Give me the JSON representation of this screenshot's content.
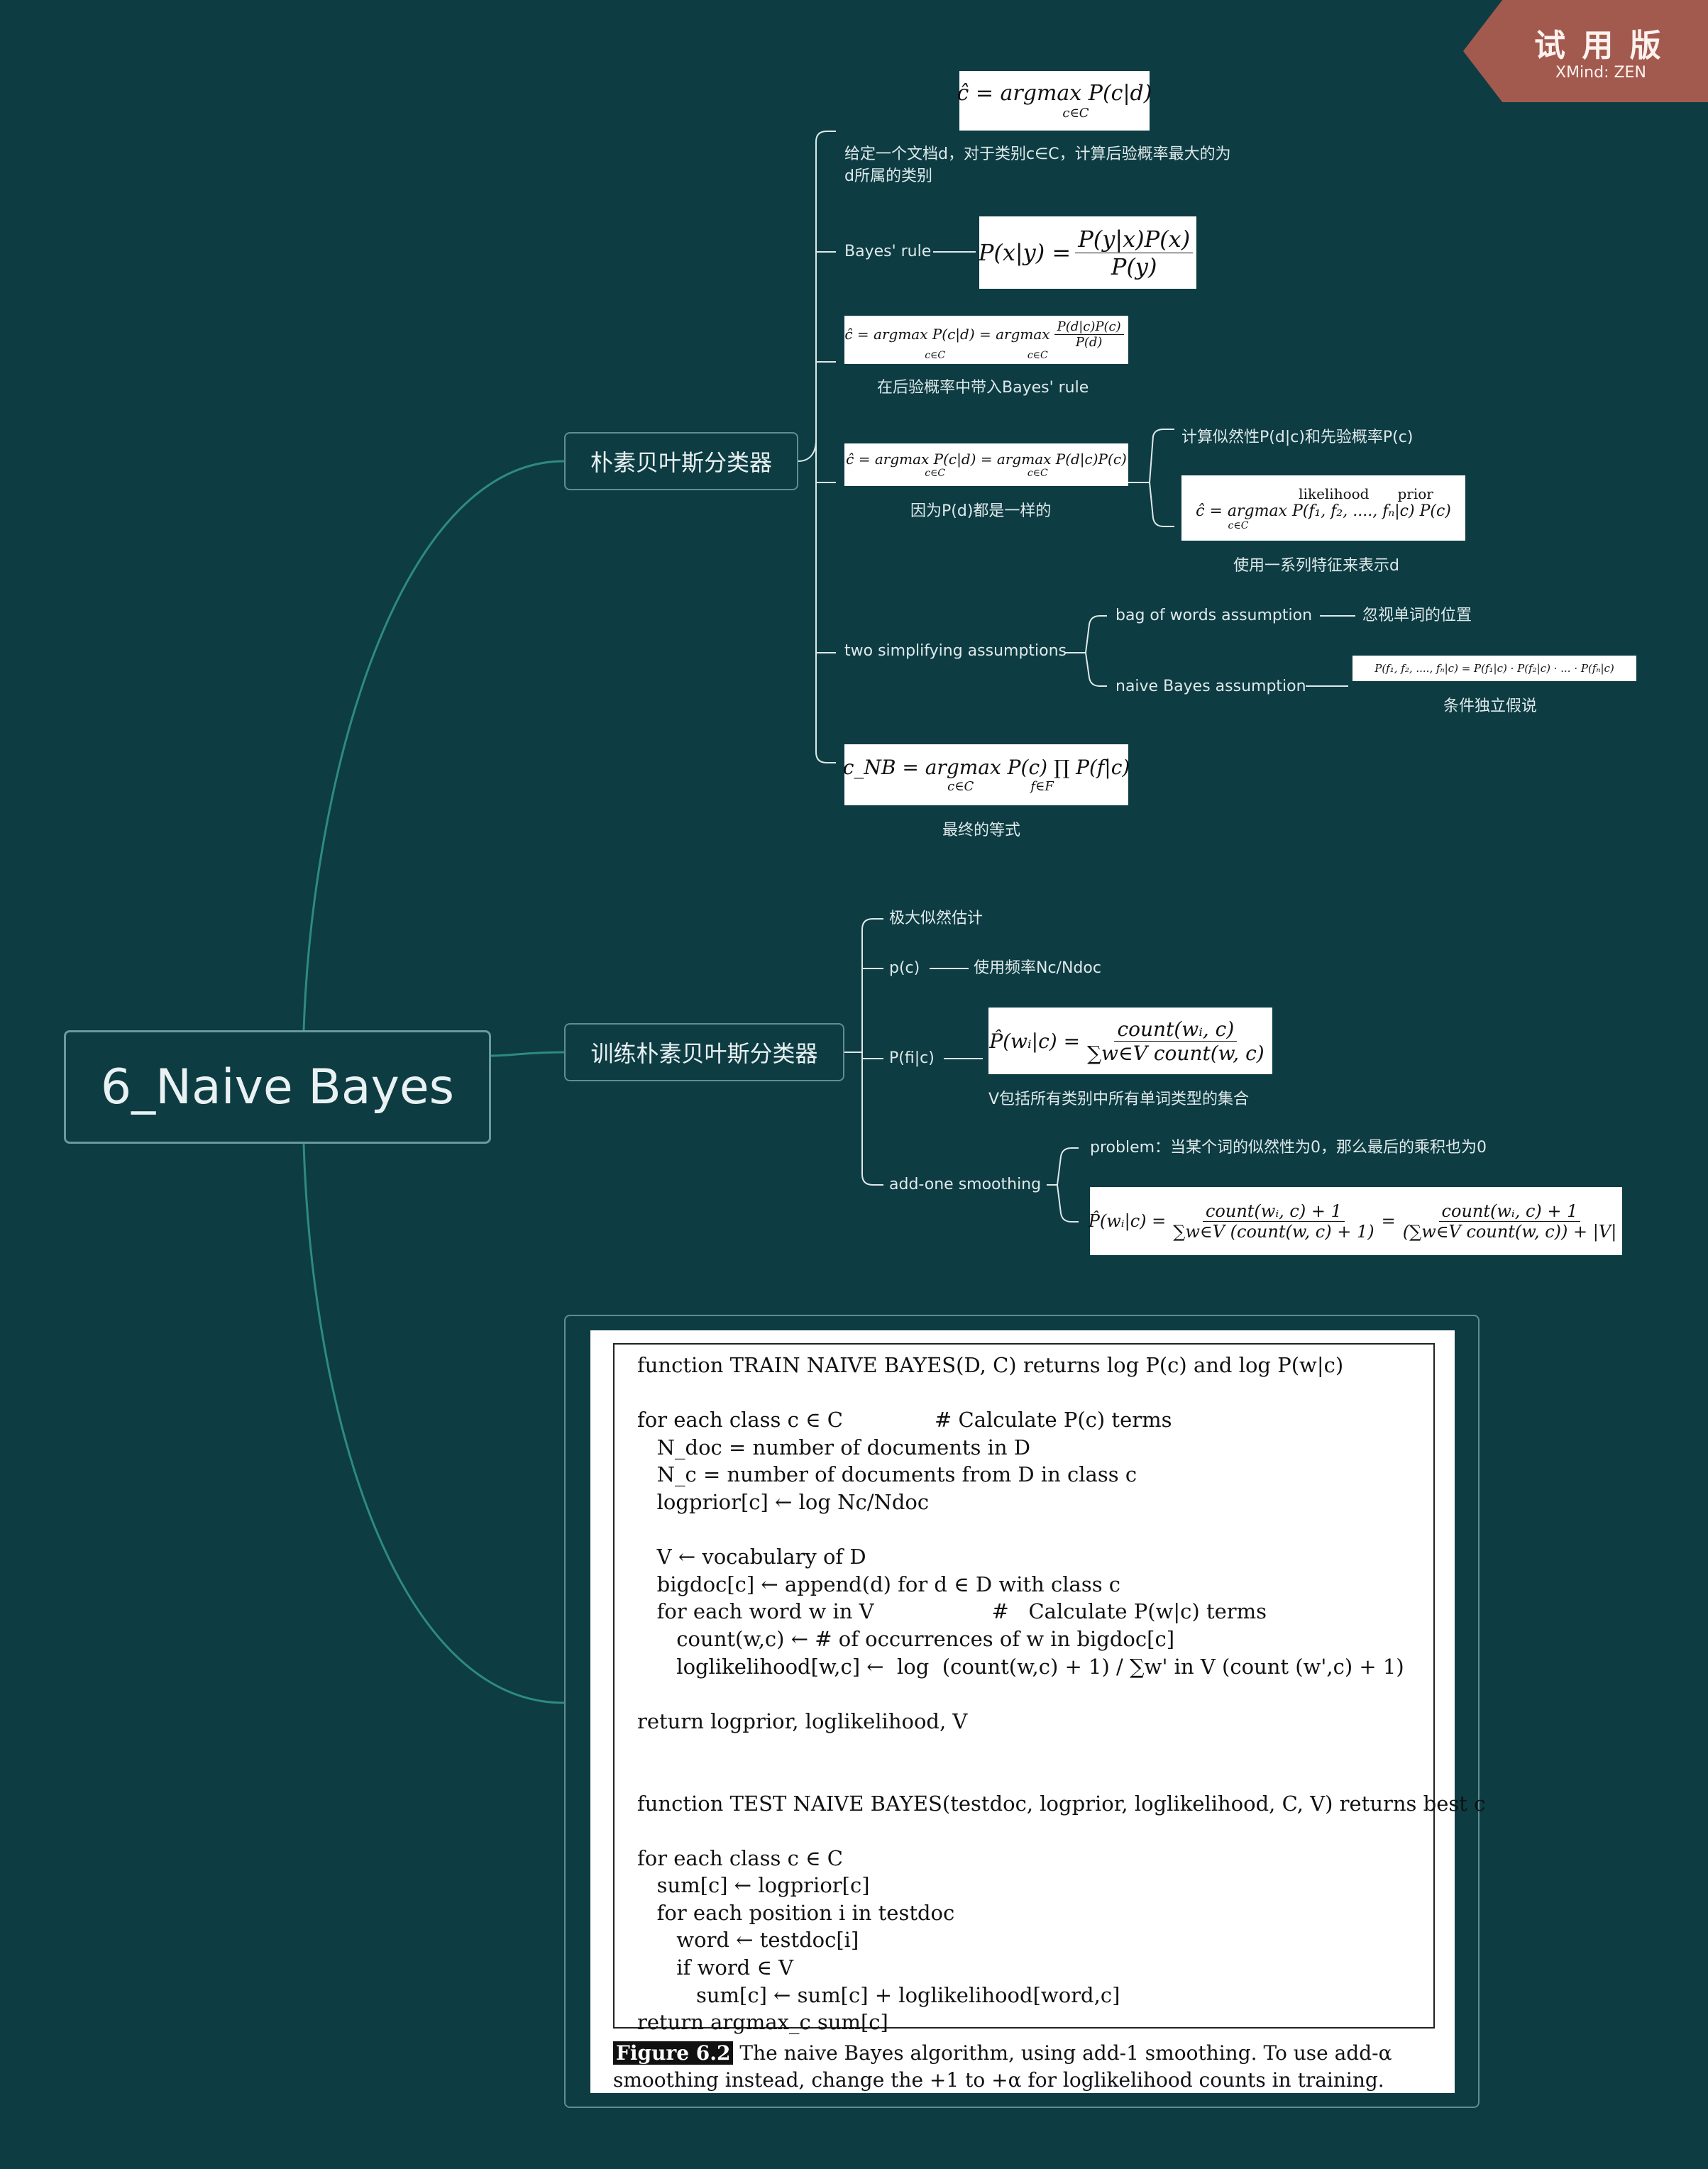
{
  "watermark": {
    "title": "试 用 版",
    "subtitle": "XMind: ZEN"
  },
  "root": {
    "label": "6_Naive Bayes"
  },
  "branch1": {
    "label": "朴素贝叶斯分类器",
    "top_formula": "ĉ = argmax P(c|d)",
    "top_formula_sub": "c∈C",
    "desc_line1": "给定一个文档d，对于类别c∈C，计算后验概率最大的为",
    "desc_line2": "d所属的类别",
    "bayes_rule_label": "Bayes' rule",
    "bayes_formula_lhs": "P(x|y) =",
    "bayes_formula_num": "P(y|x)P(x)",
    "bayes_formula_den": "P(y)",
    "sub_formula_a_lhs": "ĉ = argmax P(c|d) = argmax",
    "sub_formula_a_num": "P(d|c)P(c)",
    "sub_formula_a_den": "P(d)",
    "sub_formula_a_sub": "c∈C                          c∈C",
    "sub_formula_a_caption": "在后验概率中带入Bayes' rule",
    "formula_b": "ĉ = argmax P(c|d) = argmax P(d|c)P(c)",
    "formula_b_sub": "c∈C                          c∈C",
    "formula_b_caption": "因为P(d)都是一样的",
    "likelihood_label": "计算似然性P(d|c)和先验概率P(c)",
    "features_formula": "ĉ = argmax P(f₁, f₂, ...., fₙ|c)  P(c)",
    "features_formula_over1": "likelihood",
    "features_formula_over2": "prior",
    "features_formula_sub": "c∈C",
    "features_caption": "使用一系列特征来表示d",
    "assumptions_label": "two simplifying assumptions",
    "bow_label": "bag of words assumption",
    "bow_note": "忽视单词的位置",
    "nb_label": "naive Bayes assumption",
    "nb_formula": "P(f₁, f₂, ...., fₙ|c) = P(f₁|c) · P(f₂|c) · ... · P(fₙ|c)",
    "nb_caption": "条件独立假说",
    "final_formula": "c_NB = argmax P(c) ∏ P(f|c)",
    "final_formula_sub1": "c∈C",
    "final_formula_sub2": "f∈F",
    "final_caption": "最终的等式"
  },
  "branch2": {
    "label": "训练朴素贝叶斯分类器",
    "mle_label": "极大似然估计",
    "pc_label": "p(c)",
    "pc_note": "使用频率Nc/Ndoc",
    "pfc_label": "P(fi|c)",
    "pfc_formula_lhs": "P̂(wᵢ|c) =",
    "pfc_formula_num": "count(wᵢ, c)",
    "pfc_formula_den": "∑w∈V count(w, c)",
    "pfc_caption": "V包括所有类别中所有单词类型的集合",
    "smoothing_label": "add-one smoothing",
    "problem_label": "problem：当某个词的似然性为0，那么最后的乘积也为0",
    "smooth_lhs": "P̂(wᵢ|c) =",
    "smooth_num1": "count(wᵢ, c) + 1",
    "smooth_den1": "∑w∈V (count(w, c) + 1)",
    "smooth_num2": "count(wᵢ, c) + 1",
    "smooth_den2": "(∑w∈V count(w, c)) + |V|"
  },
  "algorithm": {
    "lines": [
      "function TRAIN NAIVE BAYES(D, C) returns log P(c) and log P(w|c)",
      "",
      "for each class c ∈ C              # Calculate P(c) terms",
      "   N_doc = number of documents in D",
      "   N_c = number of documents from D in class c",
      "   logprior[c] ← log Nc/Ndoc",
      "",
      "   V ← vocabulary of D",
      "   bigdoc[c] ← append(d) for d ∈ D with class c",
      "   for each word w in V                  #   Calculate P(w|c) terms",
      "      count(w,c) ← # of occurrences of w in bigdoc[c]",
      "      loglikelihood[w,c] ←  log  (count(w,c) + 1) / ∑w' in V (count (w',c) + 1)",
      "",
      "return logprior, loglikelihood, V",
      "",
      "",
      "function TEST NAIVE BAYES(testdoc, logprior, loglikelihood, C, V) returns best c",
      "",
      "for each class c ∈ C",
      "   sum[c] ← logprior[c]",
      "   for each position i in testdoc",
      "      word ← testdoc[i]",
      "      if word ∈ V",
      "         sum[c] ← sum[c] + loglikelihood[word,c]",
      "return argmax_c sum[c]"
    ],
    "caption_tag": "Figure 6.2",
    "caption_text": "The naive Bayes algorithm, using add-1 smoothing.  To use add-α smoothing instead, change the +1 to +α for loglikelihood counts in training."
  },
  "colors": {
    "background": "#0d3c43",
    "connector": "#2e8a83",
    "node_border": "#5e8f93",
    "watermark": "#a25a4f"
  }
}
